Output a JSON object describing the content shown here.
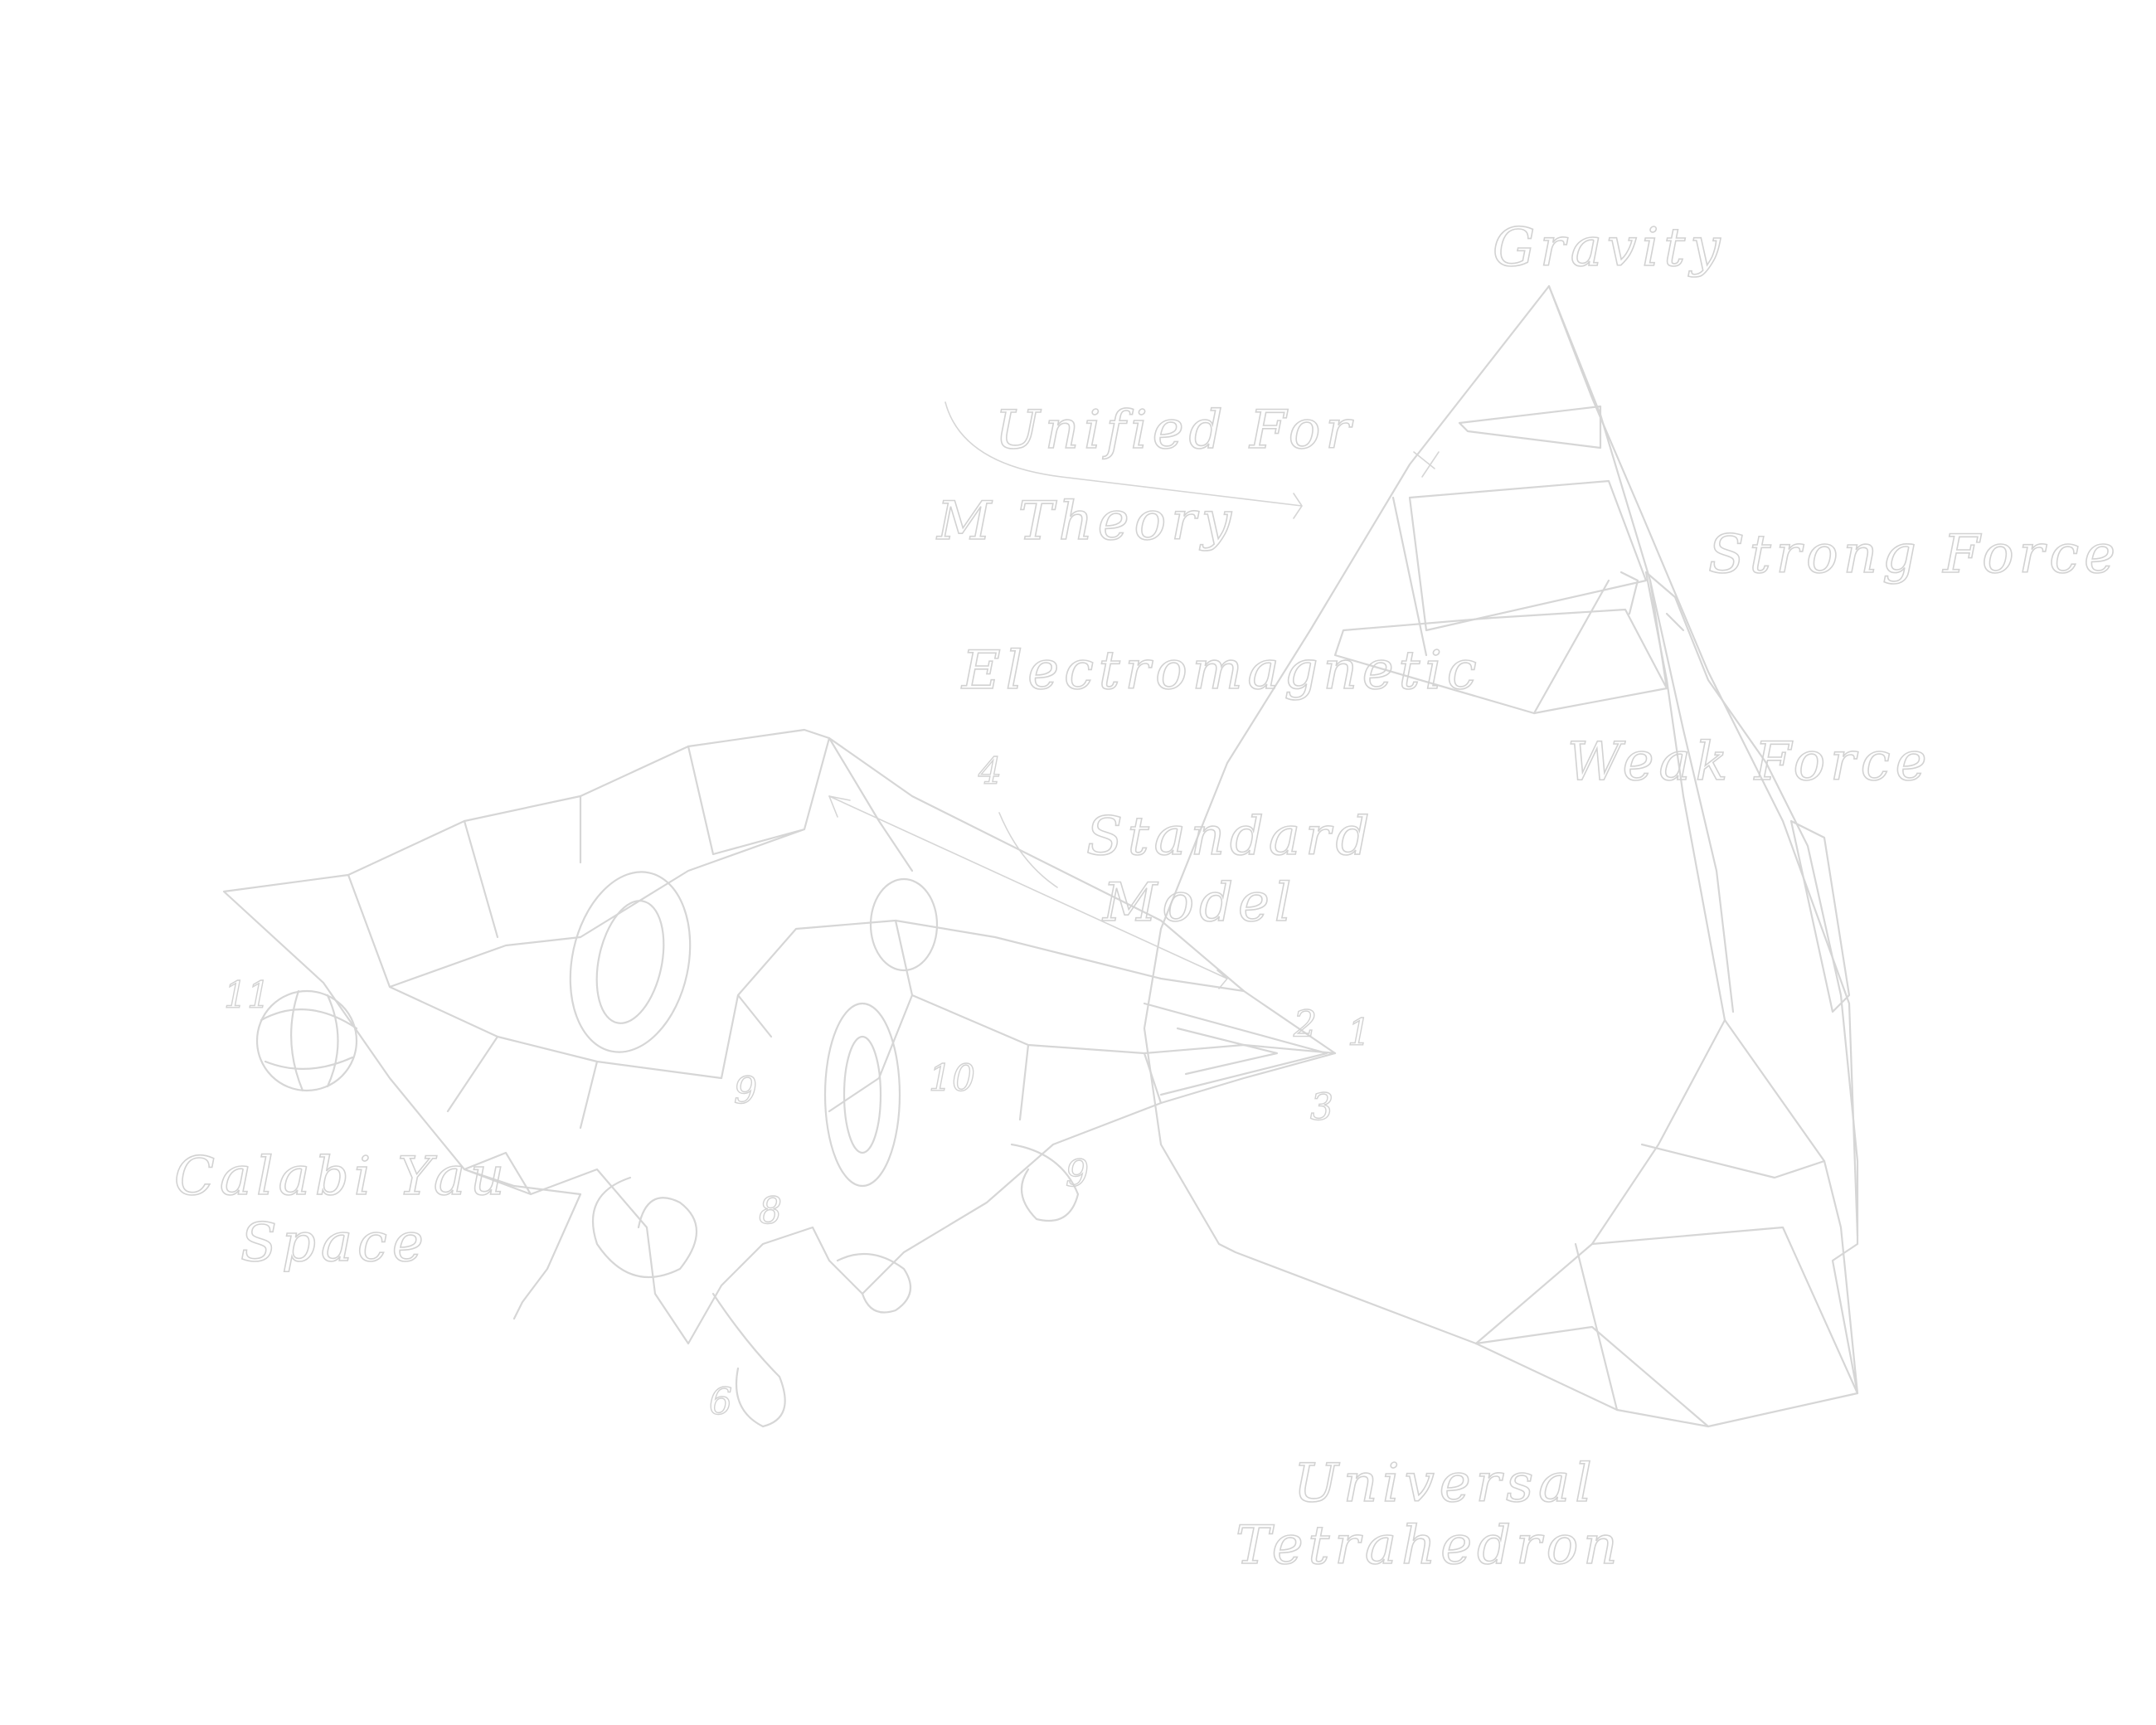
{
  "colors": {
    "background": "#ffffff",
    "line": "#d6d6d6",
    "line_light": "#e4e4e4",
    "text": "#d2d2d2"
  },
  "labels": {
    "gravity": "Gravity",
    "unified_top": "Unified For",
    "unified_bottom": "M Theory",
    "strong_force": "Strong Force",
    "electromagnetic": "Electromagnetic",
    "weak_force": "Weak Force",
    "standard_top": "Standard",
    "standard_bottom": "Model",
    "calabi_top": "Calabi Yau",
    "calabi_bottom": "Space",
    "universal_top": "Universal",
    "universal_bottom": "Tetrahedron"
  },
  "numbers": {
    "n1": "1",
    "n2": "2",
    "n3": "3",
    "n4": "4",
    "n6": "6",
    "n8": "8",
    "n9a": "9",
    "n9b": "9",
    "n10": "10",
    "n11": "11"
  }
}
